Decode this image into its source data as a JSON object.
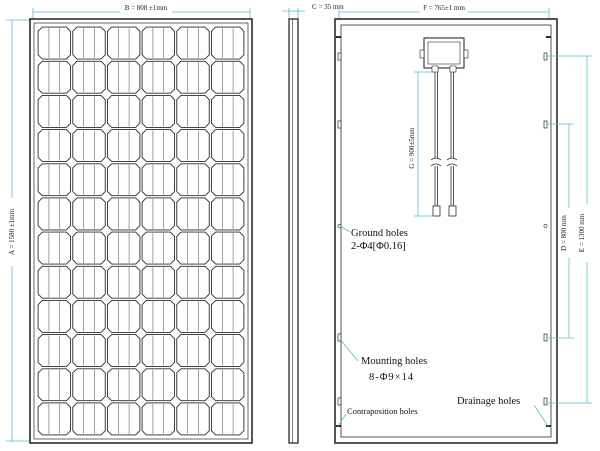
{
  "dimensions": {
    "width_B": "B = 808 ±1mm",
    "height_A": "A = 1580 ±1mm",
    "thickness_C": "C = 35 mm",
    "frame_width_F": "F = 765±1 mm",
    "cable_G": "G = 900±5mm",
    "hole_spacing_D": "D = 800 mm",
    "hole_spacing_E": "E = 1300 mm"
  },
  "labels": {
    "ground_holes_title": "Ground holes",
    "ground_holes_spec": "2-Φ4[Φ0.16]",
    "mounting_holes_title": "Mounting holes",
    "mounting_holes_spec": "8-Φ9×14",
    "drainage_holes": "Drainage holes",
    "contraposition_holes": "Contraposition holes"
  },
  "panel": {
    "rows": 12,
    "columns": 6
  },
  "colors": {
    "line": "#2b2b2b",
    "dimension": "#55bfc9",
    "cell_fill": "#ffffff"
  }
}
